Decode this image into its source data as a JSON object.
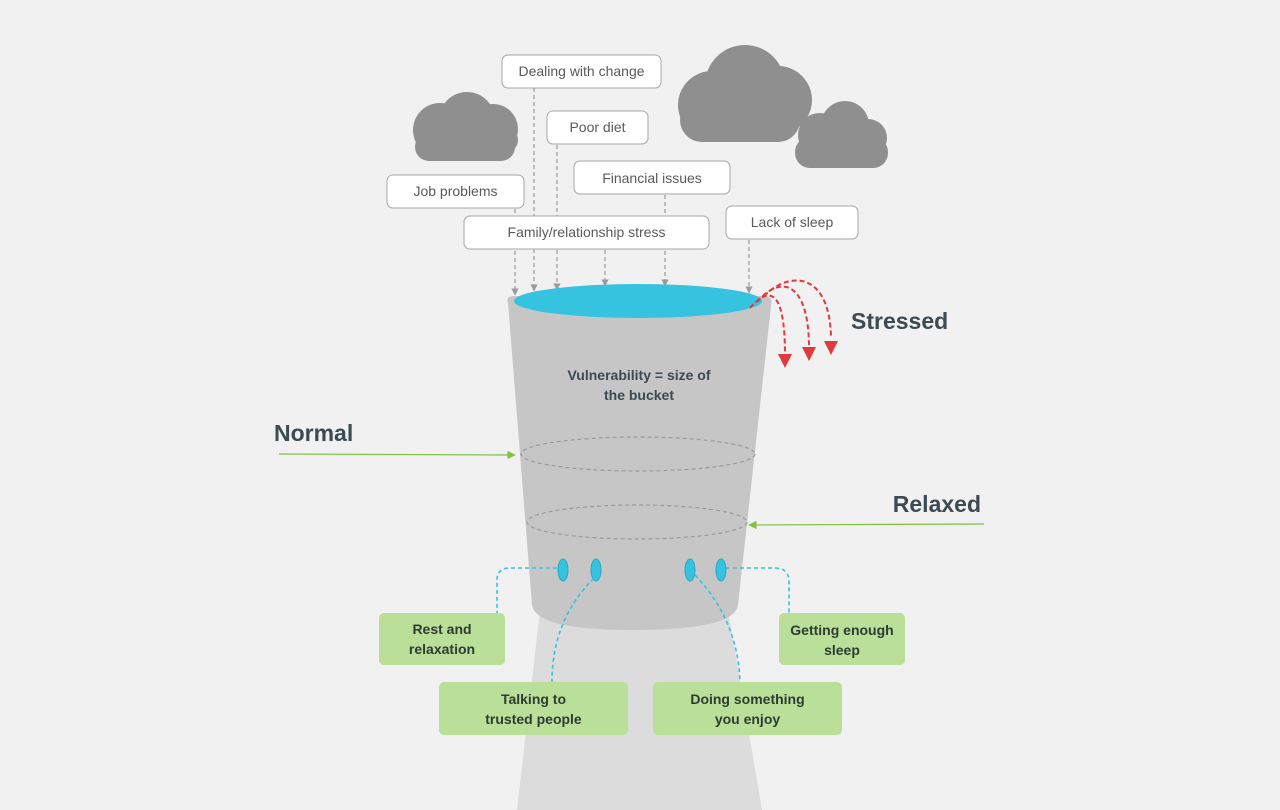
{
  "stressors": {
    "dealing_with_change": "Dealing with change",
    "poor_diet": "Poor diet",
    "financial_issues": "Financial issues",
    "job_problems": "Job problems",
    "lack_of_sleep": "Lack of sleep",
    "family_stress": "Family/relationship stress"
  },
  "bucket": {
    "caption_line1": "Vulnerability = size of",
    "caption_line2": "the bucket"
  },
  "levels": {
    "stressed": "Stressed",
    "normal": "Normal",
    "relaxed": "Relaxed"
  },
  "coping": {
    "rest_line1": "Rest and",
    "rest_line2": "relaxation",
    "talking_line1": "Talking to",
    "talking_line2": "trusted people",
    "doing_line1": "Doing something",
    "doing_line2": "you enjoy",
    "sleep_line1": "Getting enough",
    "sleep_line2": "sleep"
  },
  "colors": {
    "background": "#f1f1f1",
    "bucket": "#c7c6c6",
    "water": "#35c3e0",
    "overflow_arrows": "#e03a3e",
    "level_arrows": "#7dc242",
    "coping_boxes": "#b9df98",
    "taps": "#35c3e0",
    "clouds": "#8f8f8f"
  },
  "icons": {
    "clouds": "cloud-icon",
    "overflow": "overflow-arrow-icon",
    "taps": "tap-icon"
  }
}
